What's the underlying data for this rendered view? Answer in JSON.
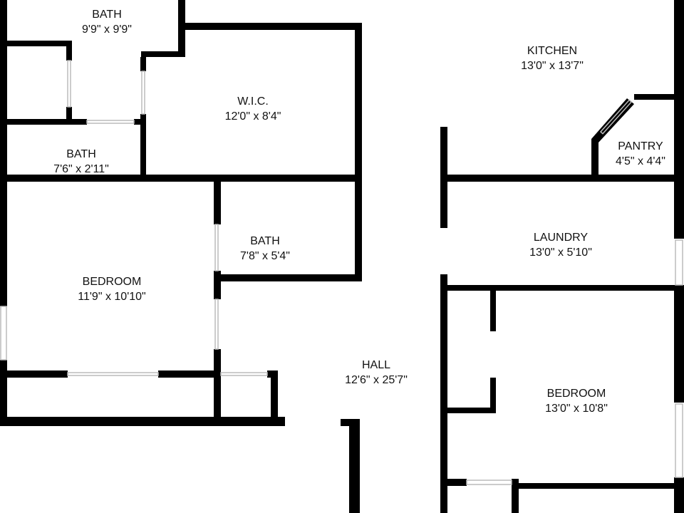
{
  "rooms": [
    {
      "name": "BATH",
      "size": "9'9\" x 9'9\""
    },
    {
      "name": "W.I.C.",
      "size": "12'0\" x 8'4\""
    },
    {
      "name": "BATH",
      "size": "7'6\" x 2'11\""
    },
    {
      "name": "BATH",
      "size": "7'8\" x 5'4\""
    },
    {
      "name": "BEDROOM",
      "size": "11'9\" x 10'10\""
    },
    {
      "name": "HALL",
      "size": "12'6\" x 25'7\""
    },
    {
      "name": "KITCHEN",
      "size": "13'0\" x 13'7\""
    },
    {
      "name": "PANTRY",
      "size": "4'5\" x 4'4\""
    },
    {
      "name": "LAUNDRY",
      "size": "13'0\" x 5'10\""
    },
    {
      "name": "BEDROOM",
      "size": "13'0\" x 10'8\""
    }
  ],
  "colors": {
    "wall": "#000000",
    "opening": "#cccccc",
    "background": "#ffffff"
  }
}
